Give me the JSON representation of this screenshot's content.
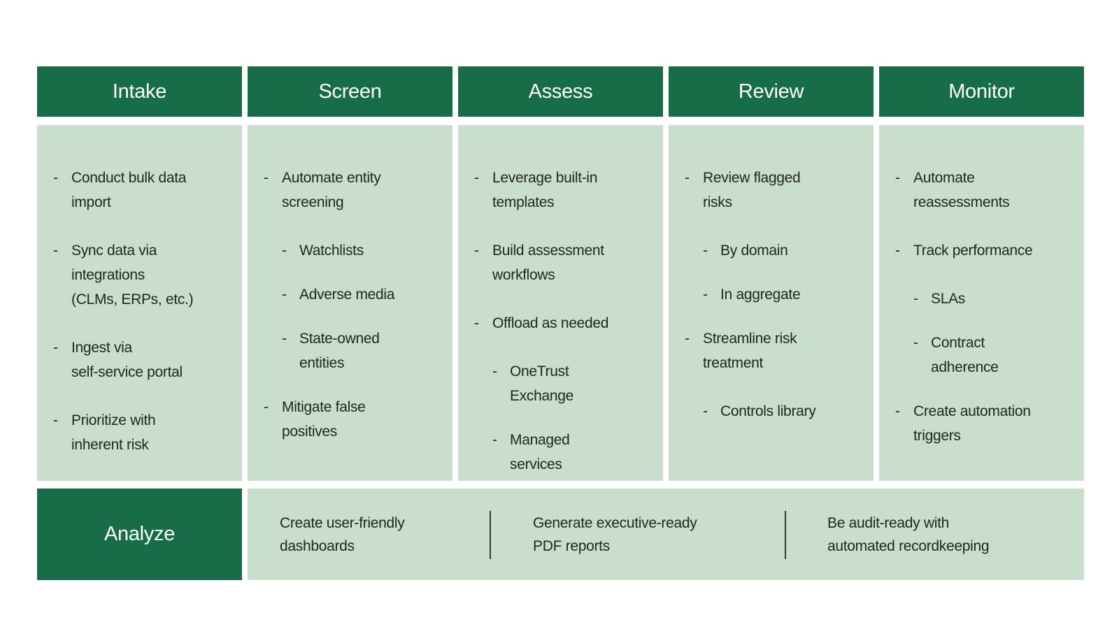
{
  "palette": {
    "header_bg": "#176D48",
    "panel_bg": "#CADECC",
    "header_text": "#FFFFFF",
    "body_text": "#212721",
    "divider": "#333B35",
    "page_bg": "#FFFFFF"
  },
  "bullet": "-",
  "columns": [
    {
      "title": "Intake",
      "items": [
        {
          "level": 1,
          "text": "Conduct bulk data\nimport"
        },
        {
          "level": 1,
          "text": "Sync data via\nintegrations\n(CLMs, ERPs, etc.)"
        },
        {
          "level": 1,
          "text": "Ingest via\nself-service portal"
        },
        {
          "level": 1,
          "text": "Prioritize with\ninherent risk"
        }
      ]
    },
    {
      "title": "Screen",
      "items": [
        {
          "level": 1,
          "text": "Automate entity\nscreening"
        },
        {
          "level": 2,
          "text": "Watchlists"
        },
        {
          "level": 2,
          "text": "Adverse media"
        },
        {
          "level": 2,
          "text": "State-owned\nentities"
        },
        {
          "level": 1,
          "text": "Mitigate false\npositives"
        }
      ]
    },
    {
      "title": "Assess",
      "items": [
        {
          "level": 1,
          "text": "Leverage built-in\ntemplates"
        },
        {
          "level": 1,
          "text": "Build assessment\nworkflows"
        },
        {
          "level": 1,
          "text": "Offload as needed"
        },
        {
          "level": 2,
          "text": "OneTrust\nExchange"
        },
        {
          "level": 2,
          "text": "Managed\nservices"
        }
      ]
    },
    {
      "title": "Review",
      "items": [
        {
          "level": 1,
          "text": "Review flagged\nrisks"
        },
        {
          "level": 2,
          "text": "By domain"
        },
        {
          "level": 2,
          "text": "In aggregate"
        },
        {
          "level": 1,
          "text": "Streamline risk\ntreatment"
        },
        {
          "level": 2,
          "text": "Controls library"
        }
      ]
    },
    {
      "title": "Monitor",
      "items": [
        {
          "level": 1,
          "text": "Automate\nreassessments"
        },
        {
          "level": 1,
          "text": "Track performance"
        },
        {
          "level": 2,
          "text": "SLAs"
        },
        {
          "level": 2,
          "text": "Contract\nadherence"
        },
        {
          "level": 1,
          "text": "Create automation\ntriggers"
        }
      ]
    }
  ],
  "footer": {
    "title": "Analyze",
    "items": [
      "Create user-friendly\ndashboards",
      "Generate executive-ready\nPDF reports",
      "Be audit-ready with\nautomated recordkeeping"
    ]
  }
}
